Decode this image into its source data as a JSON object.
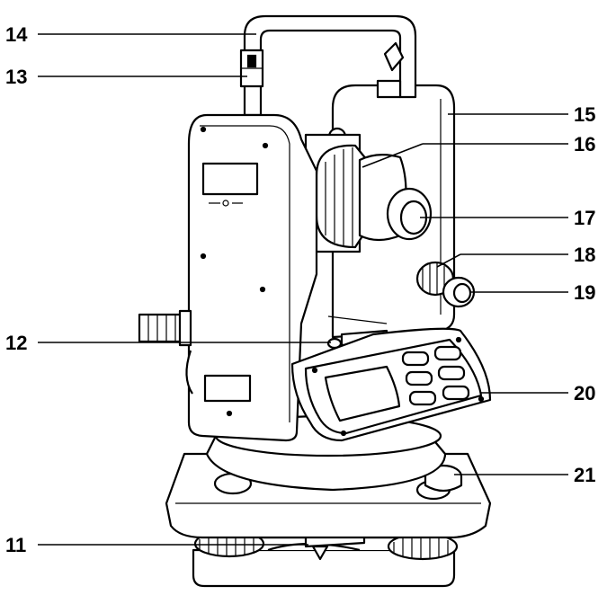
{
  "labels": {
    "l11": "11",
    "l12": "12",
    "l13": "13",
    "l14": "14",
    "l15": "15",
    "l16": "16",
    "l17": "17",
    "l18": "18",
    "l19": "19",
    "l20": "20",
    "l21": "21"
  },
  "colors": {
    "ink": "#000000",
    "paper": "#ffffff"
  }
}
